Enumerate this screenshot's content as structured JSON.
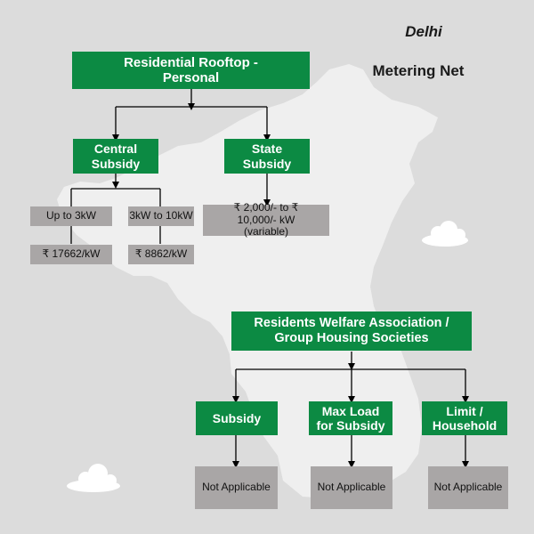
{
  "header": {
    "region": "Delhi",
    "metering": "Metering Net"
  },
  "residential": {
    "title": "Residential Rooftop - Personal",
    "central_subsidy": "Central Subsidy",
    "state_subsidy": "State Subsidy",
    "tiers": [
      {
        "range": "Up to 3kW",
        "rate": "₹ 17662/kW"
      },
      {
        "range": "3kW to 10kW",
        "rate": "₹ 8862/kW"
      }
    ],
    "state_rate": "₹ 2,000/- to ₹ 10,000/- kW (variable)"
  },
  "rwa": {
    "title": "Residents Welfare Association / Group Housing Societies",
    "items": [
      {
        "label": "Subsidy",
        "value": "Not Applicable"
      },
      {
        "label": "Max Load for Subsidy",
        "value": "Not Applicable"
      },
      {
        "label": "Limit / Household",
        "value": "Not Applicable"
      }
    ]
  },
  "colors": {
    "green": "#0c8a43",
    "gray_box": "#a9a6a6",
    "background": "#dcdcdc",
    "map": "#efefef"
  }
}
